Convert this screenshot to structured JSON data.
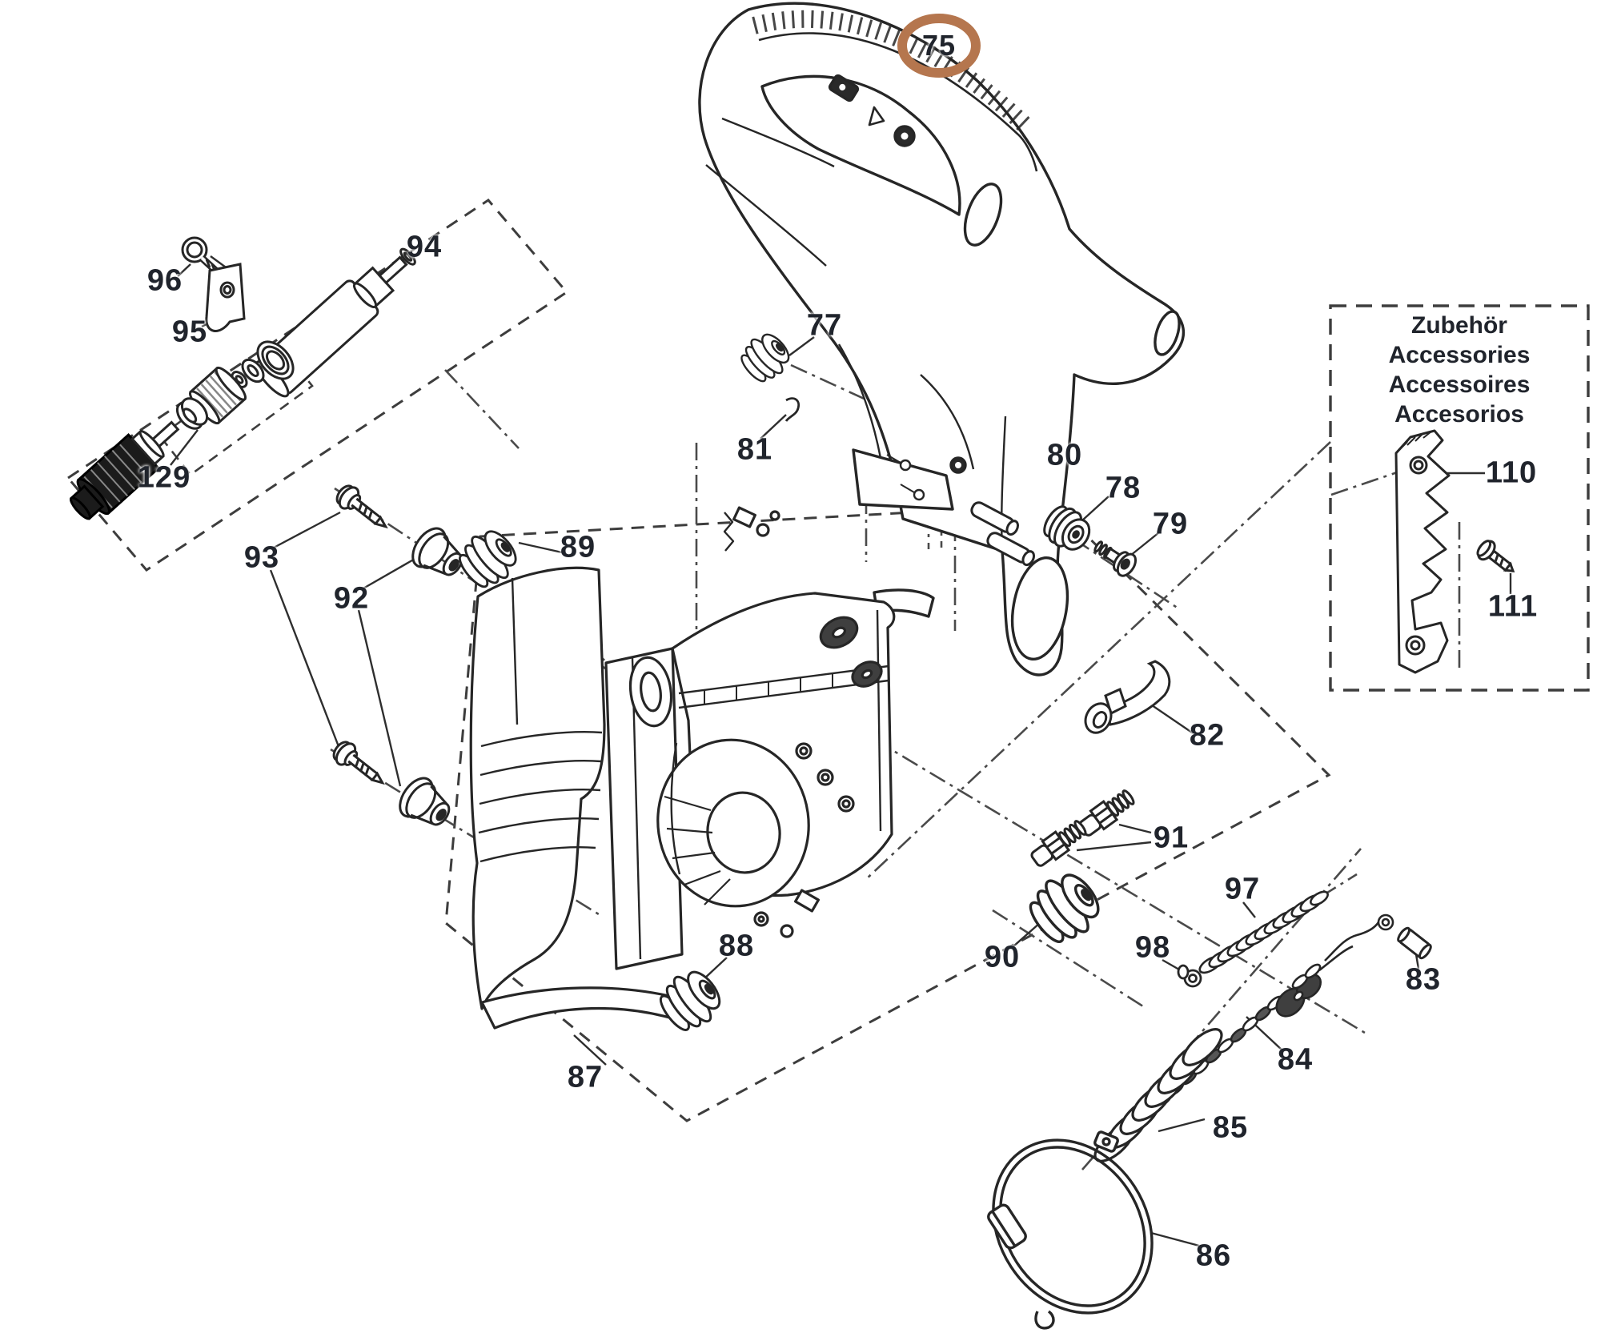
{
  "diagram": {
    "type": "exploded-parts-diagram",
    "line_color": "#262626",
    "label_color": "#20242c",
    "highlight": {
      "part": "75",
      "color": "#b5764e",
      "shape": "ellipse-ring"
    }
  },
  "accessories_box": {
    "lines": [
      "Zubehör",
      "Accessories",
      "Accessoires",
      "Accesorios"
    ]
  },
  "labels": [
    {
      "id": "75",
      "text": "75",
      "highlighted": true
    },
    {
      "id": "77",
      "text": "77",
      "highlighted": false
    },
    {
      "id": "78",
      "text": "78",
      "highlighted": false
    },
    {
      "id": "79",
      "text": "79",
      "highlighted": false
    },
    {
      "id": "80",
      "text": "80",
      "highlighted": false
    },
    {
      "id": "81",
      "text": "81",
      "highlighted": false
    },
    {
      "id": "82",
      "text": "82",
      "highlighted": false
    },
    {
      "id": "83",
      "text": "83",
      "highlighted": false
    },
    {
      "id": "84",
      "text": "84",
      "highlighted": false
    },
    {
      "id": "85",
      "text": "85",
      "highlighted": false
    },
    {
      "id": "86",
      "text": "86",
      "highlighted": false
    },
    {
      "id": "87",
      "text": "87",
      "highlighted": false
    },
    {
      "id": "88",
      "text": "88",
      "highlighted": false
    },
    {
      "id": "89",
      "text": "89",
      "highlighted": false
    },
    {
      "id": "90",
      "text": "90",
      "highlighted": false
    },
    {
      "id": "91",
      "text": "91",
      "highlighted": false
    },
    {
      "id": "92",
      "text": "92",
      "highlighted": false
    },
    {
      "id": "93",
      "text": "93",
      "highlighted": false
    },
    {
      "id": "94",
      "text": "94",
      "highlighted": false
    },
    {
      "id": "95",
      "text": "95",
      "highlighted": false
    },
    {
      "id": "96",
      "text": "96",
      "highlighted": false
    },
    {
      "id": "97",
      "text": "97",
      "highlighted": false
    },
    {
      "id": "98",
      "text": "98",
      "highlighted": false
    },
    {
      "id": "110",
      "text": "110",
      "highlighted": false
    },
    {
      "id": "111",
      "text": "111",
      "highlighted": false
    },
    {
      "id": "129",
      "text": "129",
      "highlighted": false
    }
  ]
}
